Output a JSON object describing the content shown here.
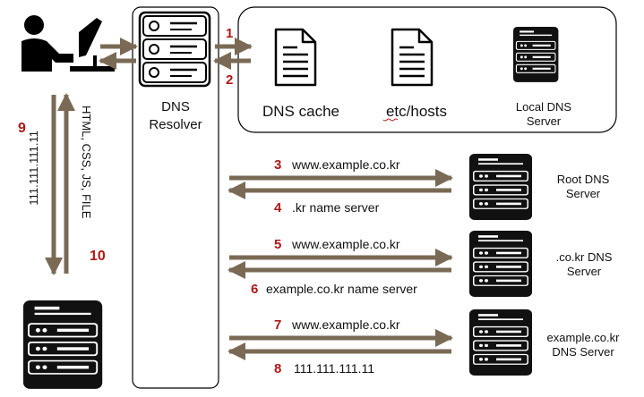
{
  "colors": {
    "arrow": "#7a6a55",
    "number": "#b01818",
    "server": "#111111",
    "line": "#000000"
  },
  "resolver": {
    "label_line1": "DNS",
    "label_line2": "Resolver"
  },
  "local": {
    "dns_cache": "DNS cache",
    "etc_hosts": "etc/hosts",
    "local_server_line1": "Local DNS",
    "local_server_line2": "Server"
  },
  "servers": {
    "root_line1": "Root DNS",
    "root_line2": "Server",
    "cokr_line1": ".co.kr DNS",
    "cokr_line2": "Server",
    "example_line1": "example.co.kr",
    "example_line2": "DNS Server"
  },
  "steps": {
    "s1": "1",
    "s2": "2",
    "s3": "3",
    "s4": "4",
    "s5": "5",
    "s6": "6",
    "s7": "7",
    "s8": "8",
    "s9": "9",
    "s10": "10"
  },
  "messages": {
    "m3": "www.example.co.kr",
    "m4": ".kr name server",
    "m5": "www.example.co.kr",
    "m6": "example.co.kr name server",
    "m7": "www.example.co.kr",
    "m8": "111.111.111.11",
    "m9": "111.111.111.11",
    "m10": "HTML, CSS, JS, FILE"
  },
  "icons": {
    "user": "user-at-computer-icon",
    "document": "document-icon",
    "server": "server-rack-icon"
  }
}
